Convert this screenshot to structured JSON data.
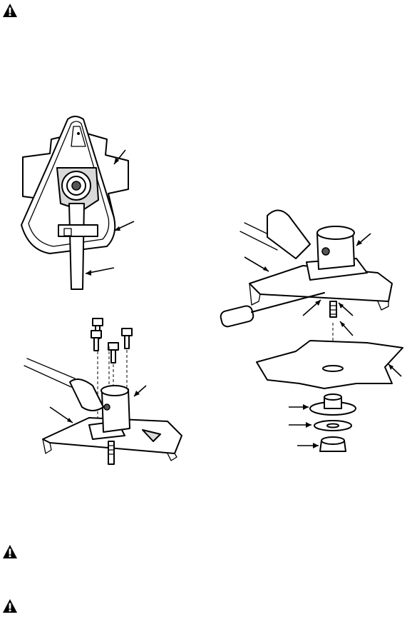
{
  "icons": {
    "warning": "warning-triangle-icon"
  },
  "figures": [
    "blade-guard-back-view",
    "blade-guard-bolt-assembly",
    "blade-mounting-exploded-view"
  ]
}
